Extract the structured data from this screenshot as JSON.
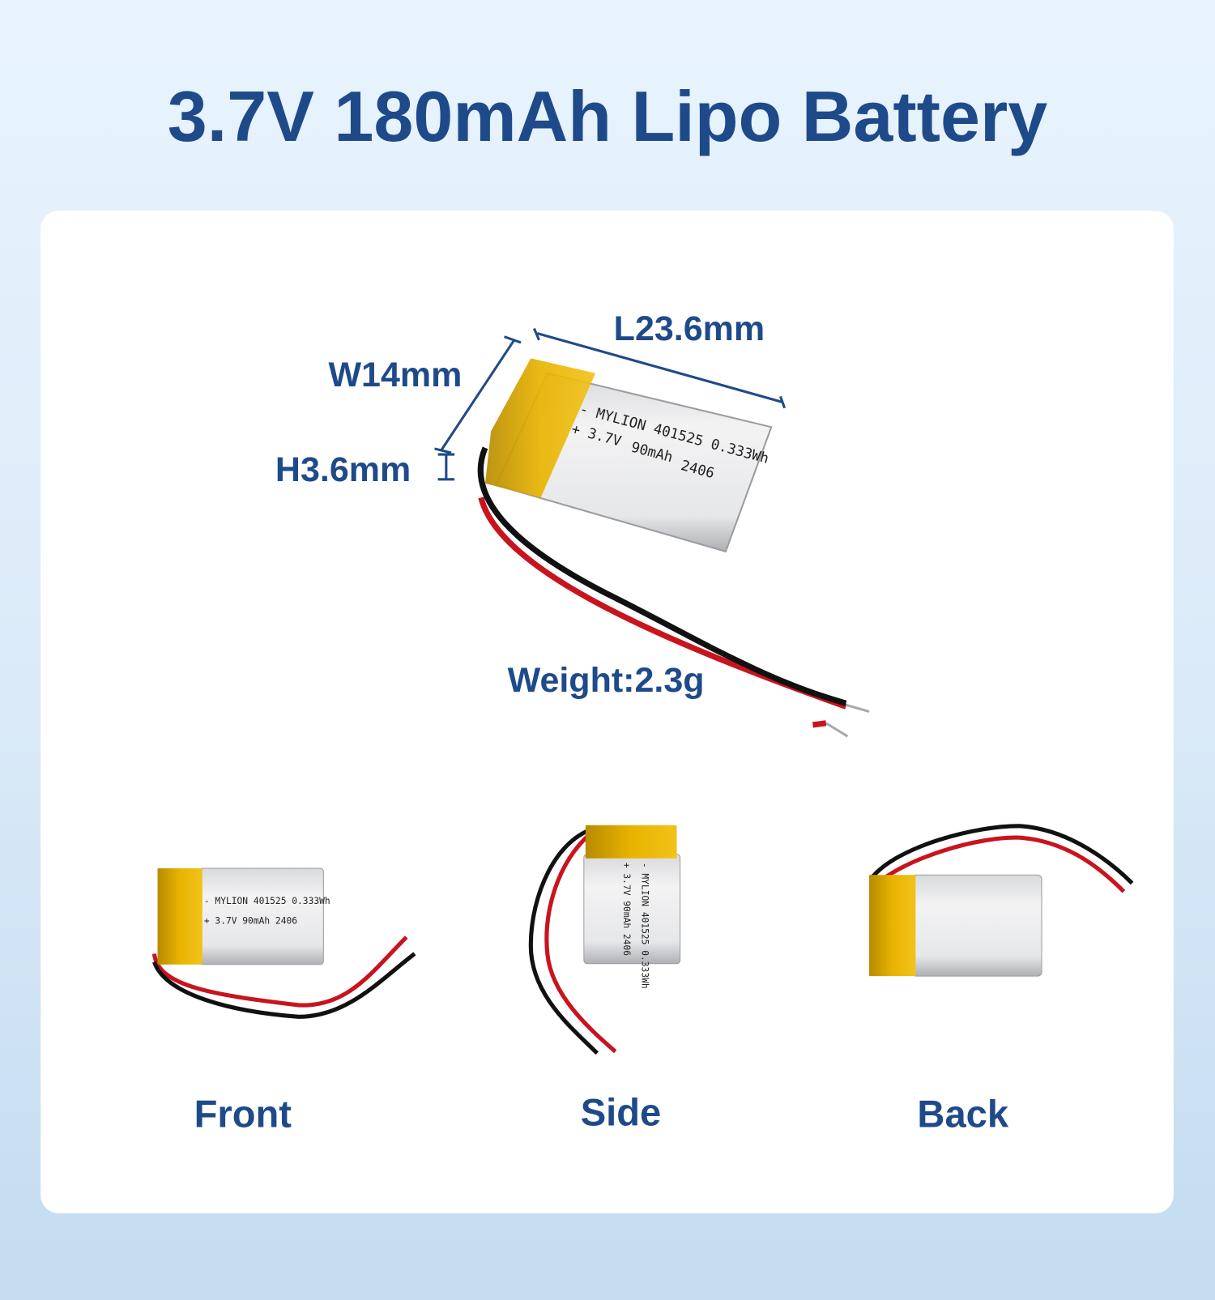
{
  "title": "3.7V 180mAh Lipo Battery",
  "dimensions": {
    "length": "L23.6mm",
    "width": "W14mm",
    "height": "H3.6mm",
    "weight": "Weight:2.3g"
  },
  "battery_label": {
    "line1": "- MYLION 401525 0.333Wh",
    "line2_voltage": "+ 3.7V",
    "line2_capacity": "90mAh",
    "line3_code": "2406"
  },
  "views": {
    "front": "Front",
    "side": "Side",
    "back": "Back"
  },
  "colors": {
    "title": "#1f4a8a",
    "tape": "#e8b400",
    "wire_red": "#c8141e",
    "wire_black": "#111111"
  }
}
